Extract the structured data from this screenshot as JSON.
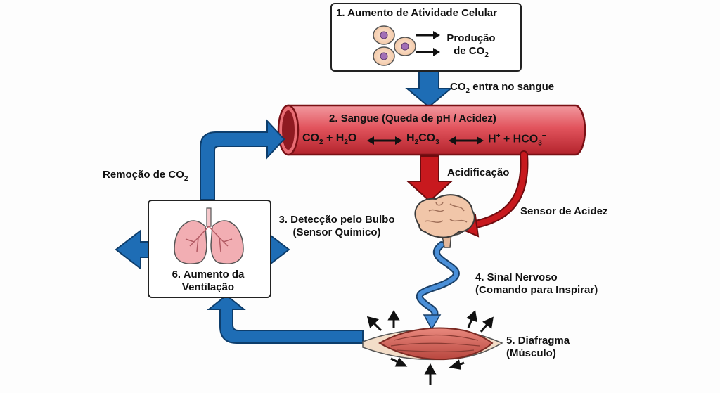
{
  "step1": {
    "title": "1. Aumento de Atividade Celular",
    "output_line1": "Produção",
    "output_line2_prefix": "de CO",
    "output_line2_sub": "2"
  },
  "entry": {
    "prefix": "CO",
    "sub": "2",
    "suffix": " entra no sangue"
  },
  "step2": {
    "title": "2. Sangue (Queda de pH / Acidez)",
    "eq": {
      "co2": "CO",
      "co2_sub": "2",
      "plus1": " + H",
      "h2o_sub": "2",
      "o": "O",
      "h2co3_h": "H",
      "h2co3_sub1": "2",
      "h2co3_co": "CO",
      "h2co3_sub2": "3",
      "hplus": "H",
      "hplus_sup": "+",
      "plus2": " + HCO",
      "hco3_sub": "3",
      "hco3_sup": "−"
    }
  },
  "acidification": "Acidificação",
  "acid_sensor": "Sensor de Acidez",
  "removal": {
    "prefix": "Remoção de CO",
    "sub": "2"
  },
  "step3": {
    "line1": "3. Detecção pelo Bulbo",
    "line2": "(Sensor Químico)"
  },
  "step4": {
    "line1": "4. Sinal Nervoso",
    "line2": "(Comando para Inspirar)"
  },
  "step5": {
    "line1": "5. Diafragma",
    "line2": "(Músculo)"
  },
  "step6": {
    "line1": "6. Aumento da",
    "line2": "Ventilação"
  },
  "colors": {
    "blue_arrow": "#1e6db5",
    "red_arrow": "#c8191e",
    "vessel": "#e5636a",
    "muscle": "#d9695e",
    "lung": "#f2aeb3"
  },
  "icons": [
    "cells-icon",
    "brain-icon",
    "lungs-icon",
    "diaphragm-muscle-icon",
    "blood-vessel-icon"
  ]
}
